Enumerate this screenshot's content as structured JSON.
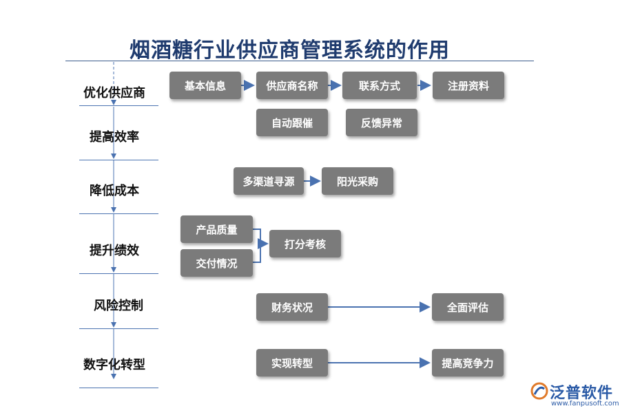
{
  "title": "烟酒糖行业供应商管理系统的作用",
  "rows": [
    {
      "label": "优化供应商"
    },
    {
      "label": "提高效率"
    },
    {
      "label": "降低成本"
    },
    {
      "label": "提升绩效"
    },
    {
      "label": "风险控制"
    },
    {
      "label": "数字化转型"
    }
  ],
  "boxes": {
    "basic_info": "基本信息",
    "supplier_name": "供应商名称",
    "contact": "联系方式",
    "registration": "注册资料",
    "auto_follow": "自动跟催",
    "feedback": "反馈异常",
    "multi_channel": "多渠道寻源",
    "sunshine_purchase": "阳光采购",
    "product_quality": "产品质量",
    "delivery": "交付情况",
    "scoring": "打分考核",
    "finance": "财务状况",
    "overall_eval": "全面评估",
    "realize_transform": "实现转型",
    "competitiveness": "提高竞争力"
  },
  "logo": {
    "name": "泛普软件",
    "url": "www.fanpusoft.com"
  },
  "colors": {
    "box_fill": "#7b7b7b",
    "arrow": "#4a72b0",
    "title": "#1f3b6e"
  }
}
